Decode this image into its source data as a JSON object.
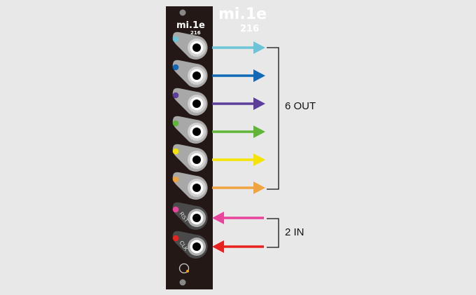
{
  "module": {
    "name": "mi.1e",
    "model": "216"
  },
  "outputs": [
    {
      "color": "#6cc5d6"
    },
    {
      "color": "#1168b4"
    },
    {
      "color": "#5c3d99"
    },
    {
      "color": "#5fb538"
    },
    {
      "color": "#f5e400"
    },
    {
      "color": "#f0a440"
    }
  ],
  "inputs": [
    {
      "label": "RST",
      "color": "#e8449b"
    },
    {
      "label": "CLK",
      "color": "#e8231f"
    }
  ],
  "outputs_label": "6 OUT",
  "inputs_label": "2 IN"
}
